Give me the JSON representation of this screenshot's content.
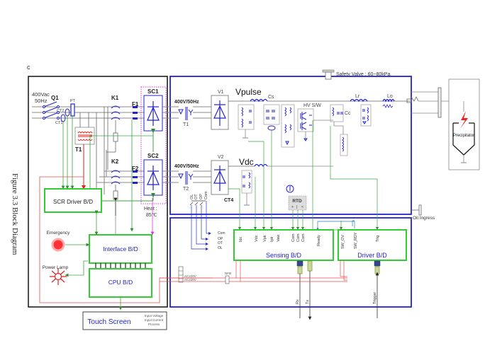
{
  "figure": {
    "caption": "Figure 3.3 Block Diagram",
    "corner_mark": "c"
  },
  "colors": {
    "power_wire": "#888888",
    "signal_wire": "#3aa63a",
    "board_border": "#33cc33",
    "hv_box": "#2222cc",
    "component": "#2222cc",
    "ac_wire": "#e05050",
    "heat_box": "#dd33dd",
    "frame": "#111111"
  },
  "input": {
    "supply_line1": "400Vac",
    "supply_line2": "50Hz",
    "breaker": "Q1",
    "pt": "PT",
    "ct2": "CT2",
    "ct1": "CT1",
    "control_transformer": "T1"
  },
  "contactors": {
    "k1": "K1",
    "k2": "K2"
  },
  "fuses": {
    "f1": "F1",
    "f2": "F2"
  },
  "scr": {
    "sc1": "SC1",
    "sc2": "SC2",
    "heat_line1": "Heat :",
    "heat_line2": "85℃"
  },
  "pulse_stage": {
    "transformer_rating": "400V/50Hz",
    "transformer": "T1",
    "rectifier": "V1",
    "title": "Vpulse",
    "storage_cap": "Cs",
    "switch": "HV S/W",
    "coupling_cap": "Cc",
    "reactor": "Lr",
    "output_inductor": "Lo"
  },
  "dc_stage": {
    "transformer_rating": "400V/50Hz",
    "transformer": "T2",
    "rectifier": "V2",
    "title": "Vdc",
    "ct": "CT4"
  },
  "tank": {
    "safety_valve": "Safety Valve : 60~80kPa",
    "oil_ingress": "Oil Ingress",
    "rtd": "RTD",
    "rtd_pins": [
      "+",
      "|",
      "<"
    ],
    "status_switches": [
      "OL",
      "OT",
      "OP",
      "Com"
    ]
  },
  "load": {
    "label": "Precipitator"
  },
  "boards": {
    "scr_driver": "SCR Driver B/D",
    "interface": "Interface B/D",
    "cpu": "CPU B/D",
    "sensing": "Sensing B/D",
    "driver": "Driver B/D",
    "touch_screen": "Touch Screen"
  },
  "panel": {
    "emergency": "Emergency",
    "power_lamp": "Power Lamp"
  },
  "touch_screen_info": [
    "Input Voltage",
    "Input Current",
    "Process"
  ],
  "sensing_inputs": [
    "Idc",
    "Vdc",
    "Vpk",
    "Ipk",
    "Vaw",
    "Com",
    "Com",
    "Com",
    "Ready"
  ],
  "sensing_status_inputs": [
    "Com",
    "OP",
    "OT",
    "OL"
  ],
  "driver_inputs": [
    "SW_OV",
    "SW_RDY",
    "Trig"
  ],
  "aux_power": {
    "nfb": "NFB",
    "line1": "AC220V",
    "line2": "AC220V"
  },
  "comm": {
    "rx": "Rx",
    "tx": "Tx",
    "trigger": "Trigger"
  }
}
